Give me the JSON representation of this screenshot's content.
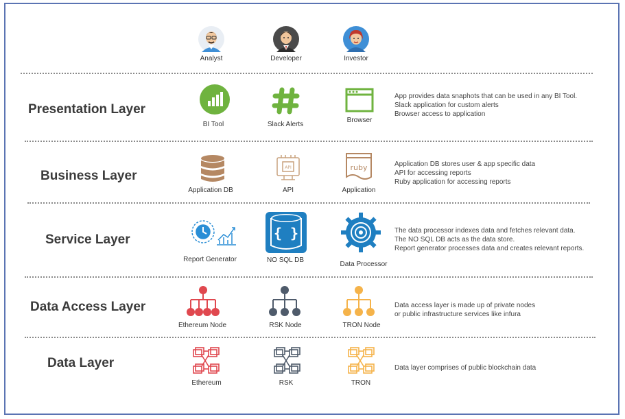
{
  "personas": [
    {
      "name": "Analyst",
      "icon": "analyst-avatar-icon"
    },
    {
      "name": "Developer",
      "icon": "developer-avatar-icon"
    },
    {
      "name": "Investor",
      "icon": "investor-avatar-icon"
    }
  ],
  "layers": [
    {
      "title": "Presentation Layer",
      "items": [
        {
          "label": "BI Tool",
          "icon": "bi-chart-icon"
        },
        {
          "label": "Slack Alerts",
          "icon": "slack-hash-icon"
        },
        {
          "label": "Browser",
          "icon": "browser-window-icon"
        }
      ],
      "description": [
        "App provides data snaphots that can be used in any BI Tool.",
        "Slack application for custom alerts",
        "Browser access to application"
      ]
    },
    {
      "title": "Business Layer",
      "items": [
        {
          "label": "Application DB",
          "icon": "database-icon"
        },
        {
          "label": "API",
          "icon": "api-chip-icon"
        },
        {
          "label": "Application",
          "icon": "ruby-document-icon"
        }
      ],
      "description": [
        "Application DB stores user & app specific data",
        "API for accessing reports",
        "Ruby application for accessing reports"
      ]
    },
    {
      "title": "Service Layer",
      "items": [
        {
          "label": "Report Generator",
          "icon": "report-generator-gear-icon"
        },
        {
          "label": "NO SQL DB",
          "icon": "nosql-db-icon",
          "glyph": "{ }"
        },
        {
          "label": "Data Processor",
          "icon": "data-processor-gear-icon"
        }
      ],
      "description": [
        "The data processor indexes data and fetches relevant data.",
        "The NO SQL DB acts as the data store.",
        "Report generator processes data and creates relevant reports."
      ]
    },
    {
      "title": "Data Access Layer",
      "items": [
        {
          "label": "Ethereum Node",
          "icon": "ethereum-node-tree-icon"
        },
        {
          "label": "RSK Node",
          "icon": "rsk-node-tree-icon"
        },
        {
          "label": "TRON Node",
          "icon": "tron-node-tree-icon"
        }
      ],
      "description": [
        "Data access layer is made up of private nodes",
        "or public infrastructure services like infura"
      ]
    },
    {
      "title": "Data Layer",
      "items": [
        {
          "label": "Ethereum",
          "icon": "ethereum-blocks-icon"
        },
        {
          "label": "RSK",
          "icon": "rsk-blocks-icon"
        },
        {
          "label": "TRON",
          "icon": "tron-blocks-icon"
        }
      ],
      "description": [
        "Data layer comprises of public blockchain data"
      ]
    }
  ],
  "colors": {
    "frame": "#5b74b3",
    "green": "#6fb33f",
    "tan": "#b58863",
    "blue": "#1f7fc1",
    "red": "#e0484f",
    "slate": "#4f5b6b",
    "orange": "#f5b34a",
    "ruby_text": "ruby"
  }
}
